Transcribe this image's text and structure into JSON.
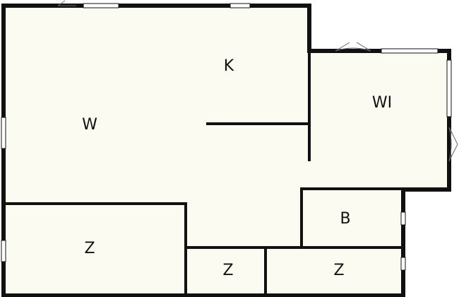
{
  "floorplan": {
    "colors": {
      "floor": "#fbfbf2",
      "wall": "#111111",
      "window": "#ffffff"
    },
    "rooms": [
      {
        "id": "living",
        "label": "W"
      },
      {
        "id": "kitchen",
        "label": "K"
      },
      {
        "id": "walk-in",
        "label": "WI"
      },
      {
        "id": "bath",
        "label": "B"
      },
      {
        "id": "room-left",
        "label": "Z"
      },
      {
        "id": "room-mid",
        "label": "Z"
      },
      {
        "id": "room-right",
        "label": "Z"
      }
    ]
  }
}
